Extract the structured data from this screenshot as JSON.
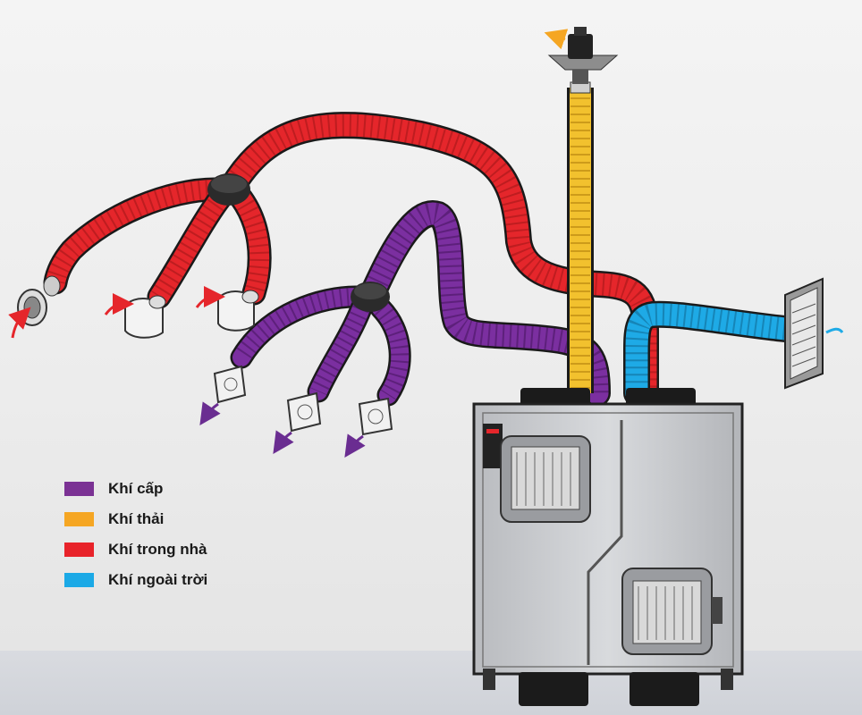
{
  "legend": {
    "items": [
      {
        "label": "Khí cấp",
        "color": "#7B3294"
      },
      {
        "label": "Khí thải",
        "color": "#F5A623"
      },
      {
        "label": "Khí trong nhà",
        "color": "#E8232A"
      },
      {
        "label": "Khí ngoài trời",
        "color": "#1BA9E6"
      }
    ]
  },
  "colors": {
    "supply": "#7B2FA0",
    "exhaust": "#F2C12E",
    "indoor": "#E5262B",
    "outdoor": "#1EAAE6",
    "unit_body": "#c9cbcf",
    "collar": "#1b1b1b"
  },
  "icons": [
    "roof-cap-icon",
    "wall-grille-icon",
    "round-vent-icon",
    "ceiling-diffuser-icon",
    "flow-arrow-icon",
    "fan-blower-icon"
  ]
}
